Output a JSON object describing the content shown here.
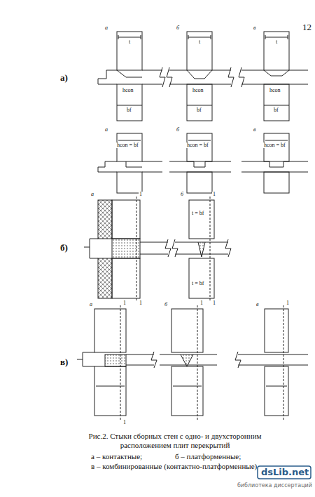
{
  "diagram": {
    "caption": "Рис.2. Стыки сборных стен с одно- и двухсторонним расположением плит перекрытий",
    "labels": [
      "12",
      "а)",
      "б)",
      "в)",
      "а",
      "б",
      "в",
      "t",
      "t",
      "t",
      "hcon",
      "hcon",
      "hcon",
      "bf",
      "bf",
      "bf",
      "а",
      "б",
      "в",
      "hcon = bf",
      "hcon = bf",
      "hcon = bf",
      "а",
      "б",
      "1",
      "1",
      "1",
      "1",
      "t = bf",
      "t = bf",
      "а",
      "б",
      "в",
      "1",
      "1",
      "1",
      "1",
      "а – контактные;",
      "б – платформенные;",
      "в – комбинированные (контактно-платформенные)",
      "dsLib.net",
      "библиотека диссертаций"
    ]
  }
}
